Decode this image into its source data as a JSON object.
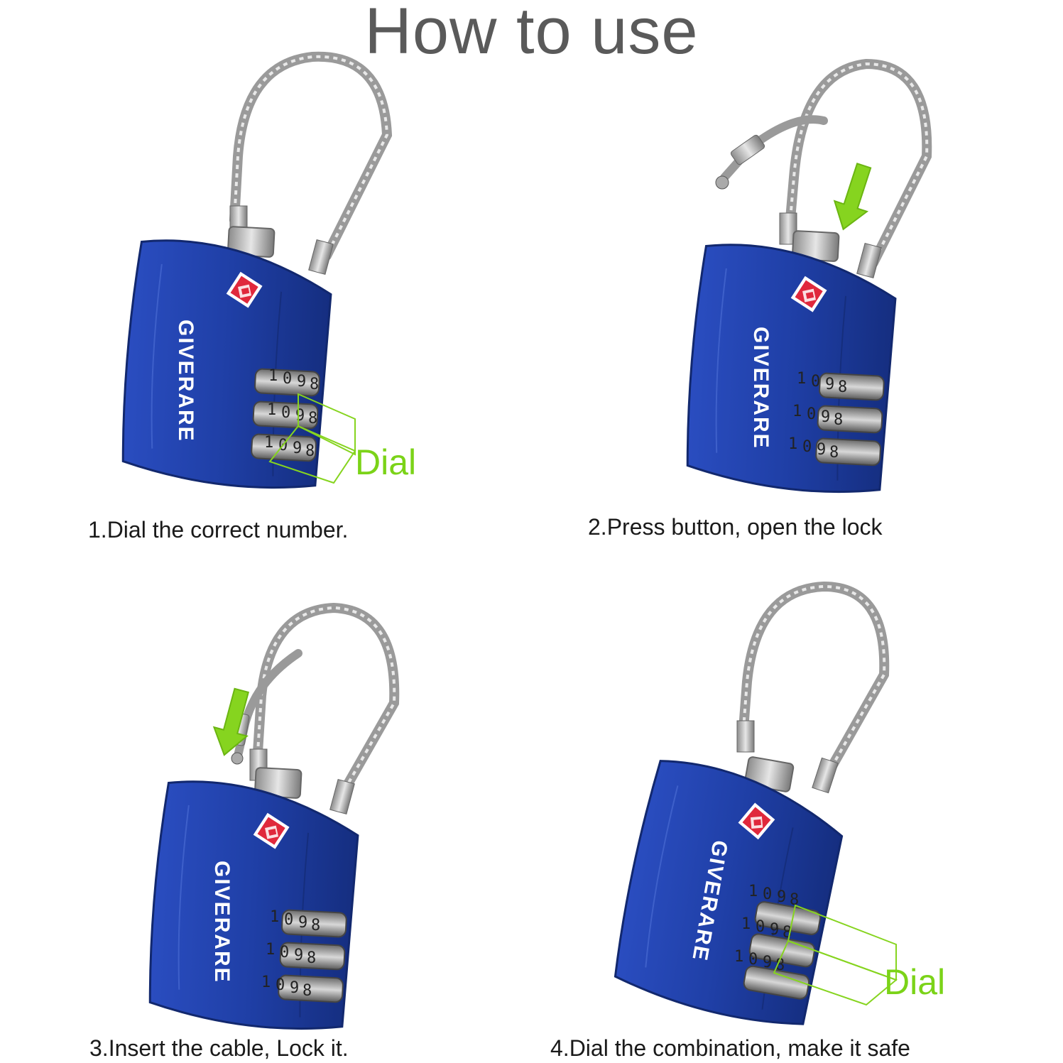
{
  "title": "How to use",
  "brand": "GIVERARE",
  "dial_digits": [
    "1",
    "0",
    "9",
    "8"
  ],
  "dial_label": "Dial",
  "colors": {
    "lock_body": "#1f3fa6",
    "lock_body_dark": "#16307f",
    "cable": "#9a9a9a",
    "arrow": "#86d41f",
    "dial_label": "#7bd318",
    "tsa_red": "#e0283c"
  },
  "steps": [
    {
      "caption": "1.Dial the correct number."
    },
    {
      "caption": "2.Press button, open the lock"
    },
    {
      "caption": "3.Insert the cable, Lock it."
    },
    {
      "caption": "4.Dial the combination, make it safe"
    }
  ]
}
